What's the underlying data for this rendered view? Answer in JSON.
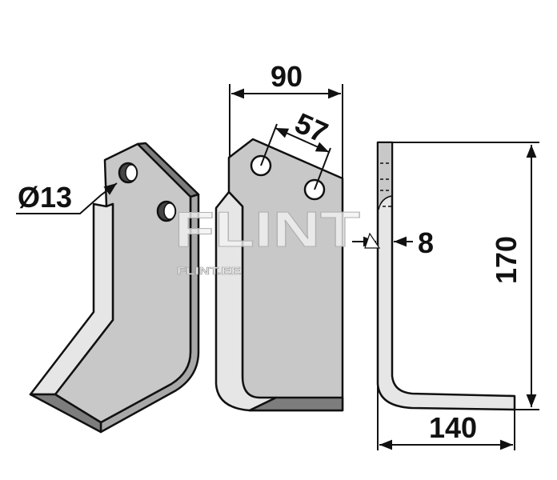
{
  "dimensions": {
    "hole_diameter": "Ø13",
    "width": "90",
    "hole_spacing": "57",
    "thickness": "8",
    "height": "170",
    "length": "140"
  },
  "watermark": {
    "main": "FLINT",
    "sub": "FLINT.EE"
  },
  "colors": {
    "face": "#c8c8c8",
    "bevel_dark": "#7d7d7d",
    "bevel_light": "#e6e6e6",
    "line": "#111111"
  }
}
